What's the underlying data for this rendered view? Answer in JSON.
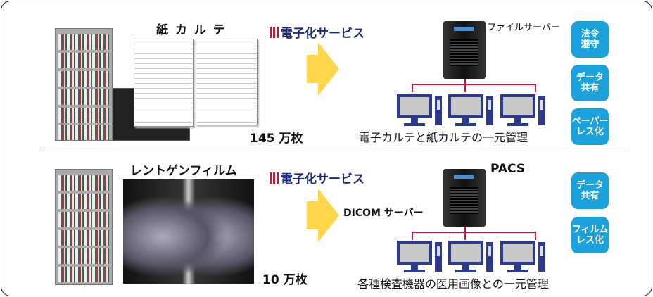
{
  "top": {
    "title": "紙 カ ル テ",
    "count": "145 万枚",
    "logo": "電子化サービス",
    "server_label": "ファイルサーバー",
    "caption": "電子カルテと紙カルテの一元管理",
    "badges": [
      "法令\n遵守",
      "データ\n共有",
      "ペーパー\nレス化"
    ]
  },
  "bottom": {
    "title": "レントゲンフィルム",
    "count": "10 万枚",
    "logo": "電子化サービス",
    "server_title": "PACS",
    "server_label": "DICOM サーバー",
    "caption": "各種検査機器の医用画像との一元管理",
    "badges": [
      "データ\n共有",
      "フィルム\nレス化"
    ]
  },
  "colors": {
    "badge": "#1ba1dc",
    "arrow": "#ffd54a",
    "logo": "#1e2a78",
    "network": "#c2183a"
  }
}
